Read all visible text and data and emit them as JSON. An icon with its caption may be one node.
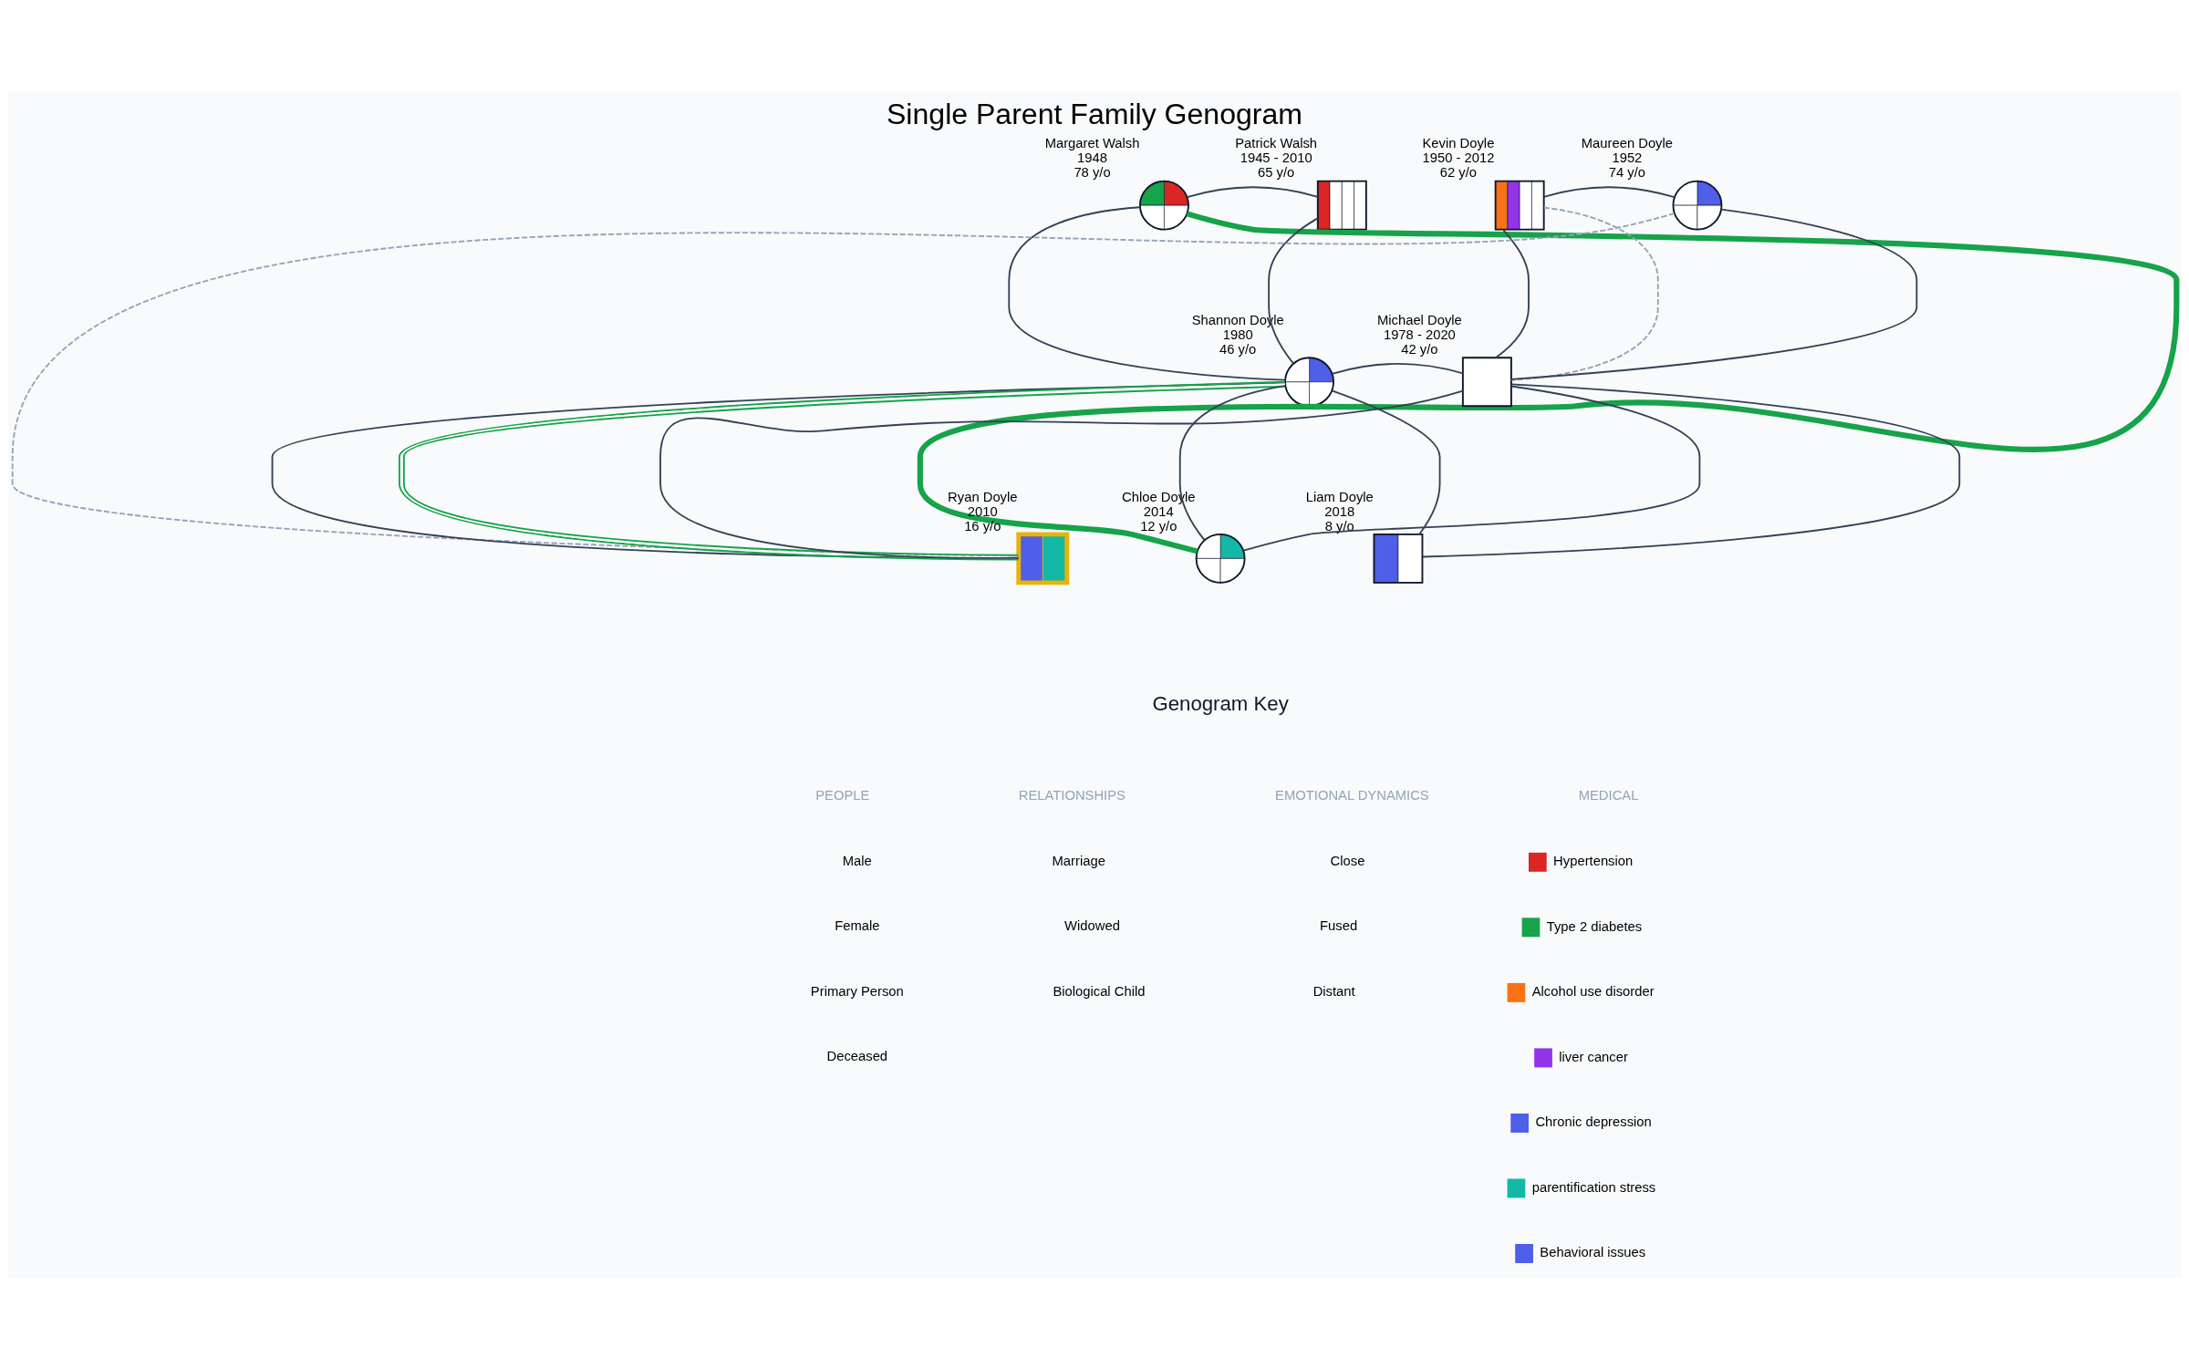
{
  "diagram": {
    "title": "Single Parent Family Genogram",
    "nodes": [
      {
        "text": [
          "Margaret Walsh",
          "1948",
          "78 y/o"
        ]
      },
      {
        "text": [
          "Patrick Walsh",
          "1945 - 2010",
          "65 y/o"
        ]
      },
      {
        "text": [
          "Kevin Doyle",
          "1950 - 2012",
          "62 y/o"
        ]
      },
      {
        "text": [
          "Maureen Doyle",
          "1952",
          "74 y/o"
        ]
      },
      {
        "text": [
          "Shannon Doyle",
          "1980",
          "46 y/o"
        ]
      },
      {
        "text": [
          "Michael Doyle",
          "1978 - 2020",
          "42 y/o"
        ]
      },
      {
        "text": [
          "Ryan Doyle",
          "2010",
          "16 y/o"
        ]
      },
      {
        "text": [
          "Chloe Doyle",
          "2014",
          "12 y/o"
        ]
      },
      {
        "text": [
          "Liam Doyle",
          "2018",
          "8 y/o"
        ]
      }
    ],
    "edges": [
      {
        "from": 0,
        "to": 1,
        "arrow": "none"
      },
      {
        "from": 2,
        "to": 3,
        "arrow": "none"
      },
      {
        "from": 0,
        "to": 4,
        "arrow": "none"
      },
      {
        "from": 1,
        "to": 4,
        "arrow": "none"
      },
      {
        "from": 2,
        "to": 5,
        "arrow": "none"
      },
      {
        "from": 3,
        "to": 5,
        "arrow": "none"
      },
      {
        "from": 4,
        "to": 5,
        "arrow": "none"
      },
      {
        "from": 4,
        "to": 6,
        "arrow": "none"
      },
      {
        "from": 5,
        "to": 6,
        "arrow": "none"
      },
      {
        "from": 4,
        "to": 7,
        "arrow": "none"
      },
      {
        "from": 5,
        "to": 7,
        "arrow": "none"
      },
      {
        "from": 4,
        "to": 8,
        "arrow": "none"
      },
      {
        "from": 5,
        "to": 8,
        "arrow": "none"
      },
      {
        "from": 0,
        "to": 7,
        "arrow": "none",
        "style": "thick",
        "color": "#16a34a"
      },
      {
        "from": 4,
        "to": 6,
        "arrow": "none",
        "color": "#16a34a"
      },
      {
        "from": 2,
        "to": 5,
        "arrow": "none",
        "style": "dashed",
        "color": "#94a3b8"
      },
      {
        "from": 3,
        "to": 6,
        "arrow": "none",
        "style": "dashed",
        "color": "#94a3b8"
      }
    ],
    "labels": [
      "Genogram Key",
      "PEOPLE",
      "RELATIONSHIPS",
      "EMOTIONAL DYNAMICS",
      "MEDICAL"
    ],
    "legend": [
      {
        "text": "Male"
      },
      {
        "text": "Female"
      },
      {
        "text": "Primary Person"
      },
      {
        "text": "Deceased"
      },
      {
        "text": "Marriage"
      },
      {
        "text": "Widowed"
      },
      {
        "text": "Biological Child"
      },
      {
        "text": "Close"
      },
      {
        "text": "Fused"
      },
      {
        "text": "Distant"
      },
      {
        "text": "Hypertension",
        "color": "#dc2626"
      },
      {
        "text": "Type 2 diabetes",
        "color": "#16a34a"
      },
      {
        "text": "Alcohol use disorder",
        "color": "#f97316"
      },
      {
        "text": "liver cancer",
        "color": "#9333ea"
      },
      {
        "text": "Chronic depression",
        "color": "#4f5fe8"
      },
      {
        "text": "parentification stress",
        "color": "#14b8a6"
      },
      {
        "text": "Behavioral issues",
        "color": "#4f5fe8"
      }
    ]
  }
}
